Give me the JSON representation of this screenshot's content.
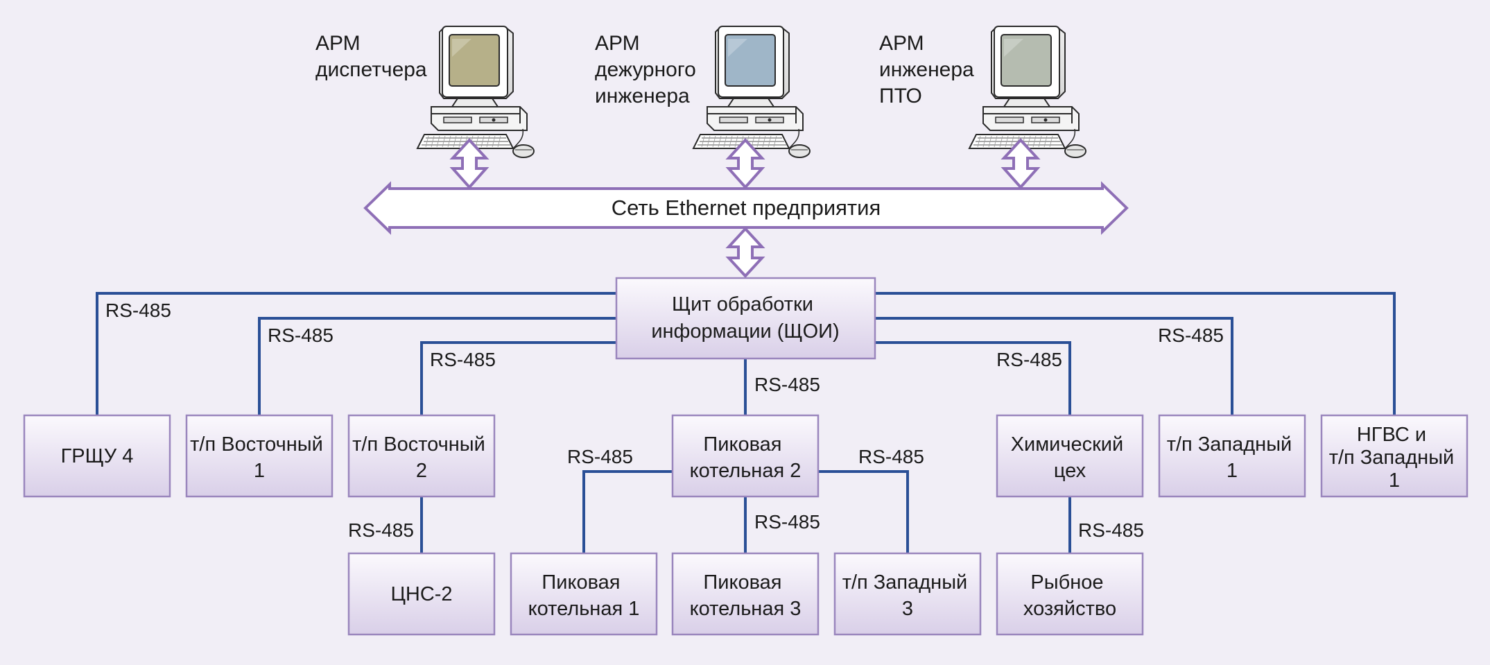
{
  "workstations": [
    {
      "id": "dispatcher",
      "lines": [
        "АРМ",
        "диспетчера"
      ],
      "screen": "#b6b089"
    },
    {
      "id": "duty-engineer",
      "lines": [
        "АРМ",
        "дежурного",
        "инженера"
      ],
      "screen": "#9fb6c8"
    },
    {
      "id": "pto-engineer",
      "lines": [
        "АРМ",
        "инженера",
        "ПТО"
      ],
      "screen": "#b5bcb0"
    }
  ],
  "network": {
    "label": "Сеть Ethernet предприятия"
  },
  "hub": {
    "lines": [
      "Щит обработки",
      "информации (ЩОИ)"
    ]
  },
  "link_label": "RS-485",
  "nodes": [
    {
      "id": "grshchu4",
      "lines": [
        "ГРЩУ 4"
      ]
    },
    {
      "id": "tp-vostochny-1",
      "lines": [
        "т/п Восточный",
        "1"
      ]
    },
    {
      "id": "tp-vostochny-2",
      "lines": [
        "т/п Восточный",
        "2"
      ]
    },
    {
      "id": "pikovaya-kotelnaya-2",
      "lines": [
        "Пиковая",
        "котельная 2"
      ]
    },
    {
      "id": "khimichesky-tsekh",
      "lines": [
        "Химический",
        "цех"
      ]
    },
    {
      "id": "tp-zapadny-1",
      "lines": [
        "т/п Западный",
        "1"
      ]
    },
    {
      "id": "ngvs-tp-zapadny-1",
      "lines": [
        "НГВС и",
        "т/п Западный",
        "1"
      ]
    },
    {
      "id": "tsns-2",
      "lines": [
        "ЦНС-2"
      ]
    },
    {
      "id": "pikovaya-kotelnaya-1",
      "lines": [
        "Пиковая",
        "котельная 1"
      ]
    },
    {
      "id": "pikovaya-kotelnaya-3",
      "lines": [
        "Пиковая",
        "котельная 3"
      ]
    },
    {
      "id": "tp-zapadny-3",
      "lines": [
        "т/п Западный",
        "3"
      ]
    },
    {
      "id": "rybnoe-khozyaystvo",
      "lines": [
        "Рыбное",
        "хозяйство"
      ]
    }
  ],
  "colors": {
    "background": "#f1eef6",
    "wire": "#2a4f96",
    "box_border": "#9a86bd",
    "box_fill_top": "#fbf9fd",
    "box_fill_bottom": "#d9cfe8",
    "arrow_border": "#8e6fb6"
  }
}
